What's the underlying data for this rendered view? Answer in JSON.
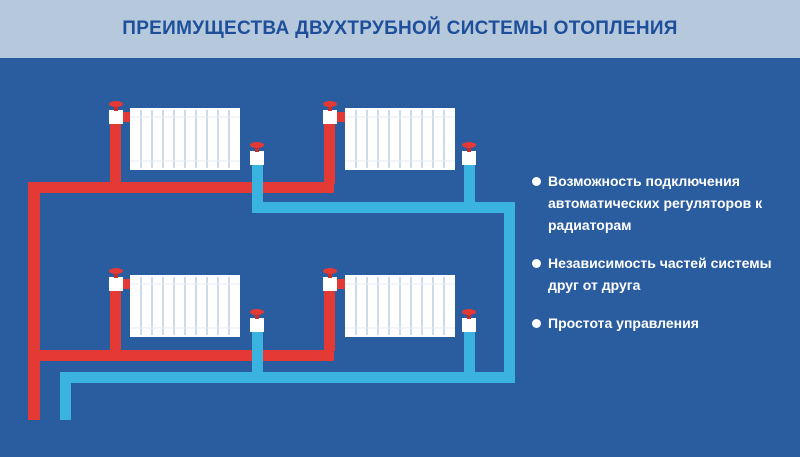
{
  "header": {
    "title": "ПРЕИМУЩЕСТВА ДВУХТРУБНОЙ СИСТЕМЫ ОТОПЛЕНИЯ"
  },
  "colors": {
    "background": "#2a5ca0",
    "header_band": "#b6c8dc",
    "title": "#1d4f9a",
    "supply_pipe": "#e43a35",
    "return_pipe": "#3ab3e0",
    "radiator": "#ffffff"
  },
  "benefits": [
    "Возможность подключения автоматических регуляторов к радиаторам",
    "Независимость частей системы друг от друга",
    "Простота управления"
  ]
}
